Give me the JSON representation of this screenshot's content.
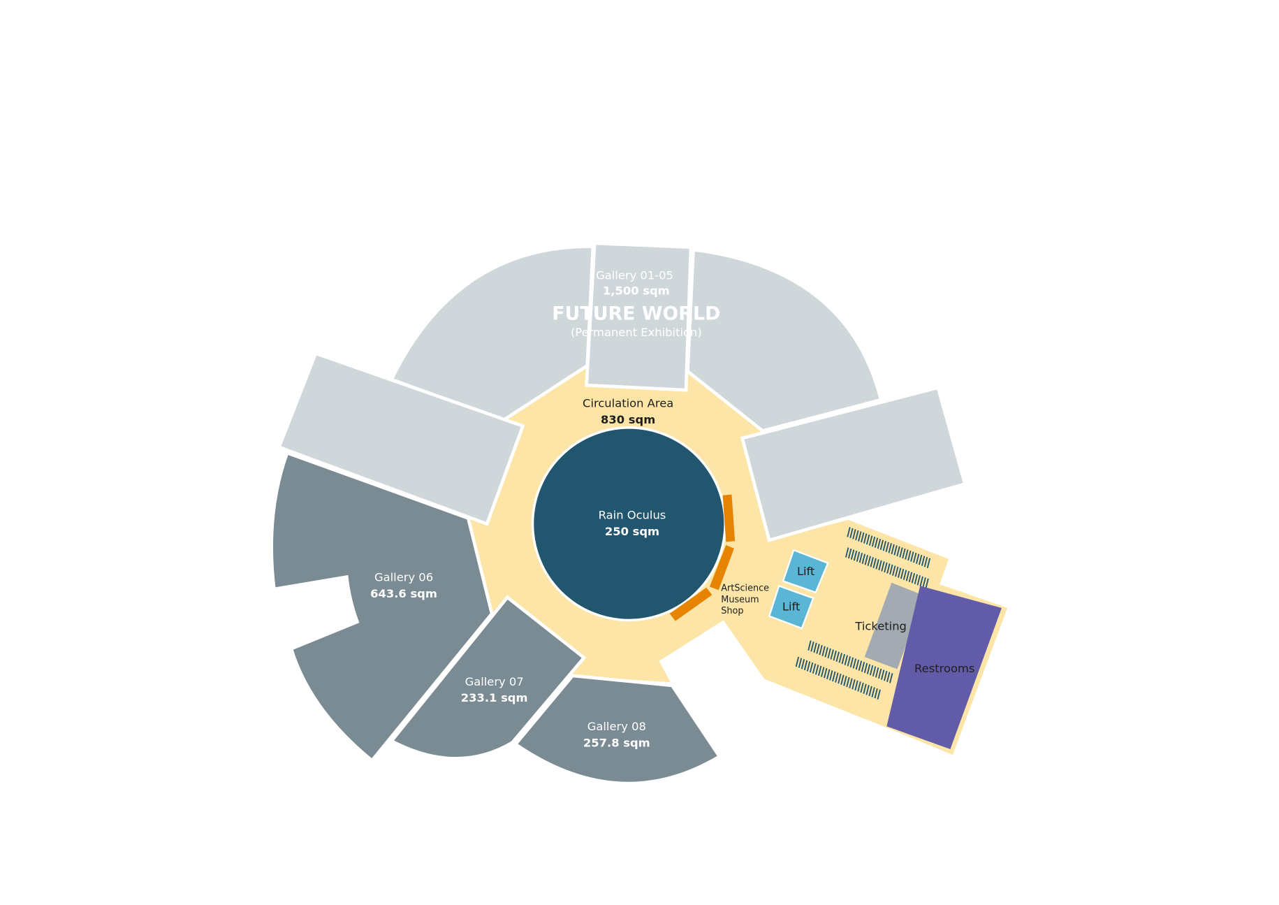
{
  "colors": {
    "circulation": "#fde5a8",
    "gallery_light": "#d0d7db",
    "gallery_dark": "#7a8b94",
    "oculus": "#22566e",
    "shop": "#e68300",
    "lift": "#5bb6d6",
    "ticketing": "#a4aab1",
    "restrooms": "#625ba8",
    "hatch": "#22566e"
  },
  "zones": {
    "gallery_01_05": {
      "name": "Gallery 01-05",
      "area": "1,500 sqm",
      "title": "FUTURE WORLD",
      "subtitle": "(Permanent Exhibition)"
    },
    "circulation": {
      "name": "Circulation Area",
      "area": "830 sqm"
    },
    "oculus": {
      "name": "Rain Oculus",
      "area": "250 sqm"
    },
    "gallery_06": {
      "name": "Gallery 06",
      "area": "643.6 sqm"
    },
    "gallery_07": {
      "name": "Gallery 07",
      "area": "233.1 sqm"
    },
    "gallery_08": {
      "name": "Gallery 08",
      "area": "257.8 sqm"
    },
    "shop": {
      "line1": "ArtScience",
      "line2": "Museum",
      "line3": "Shop"
    },
    "lift1": "Lift",
    "lift2": "Lift",
    "ticketing": "Ticketing",
    "restrooms": "Restrooms"
  }
}
